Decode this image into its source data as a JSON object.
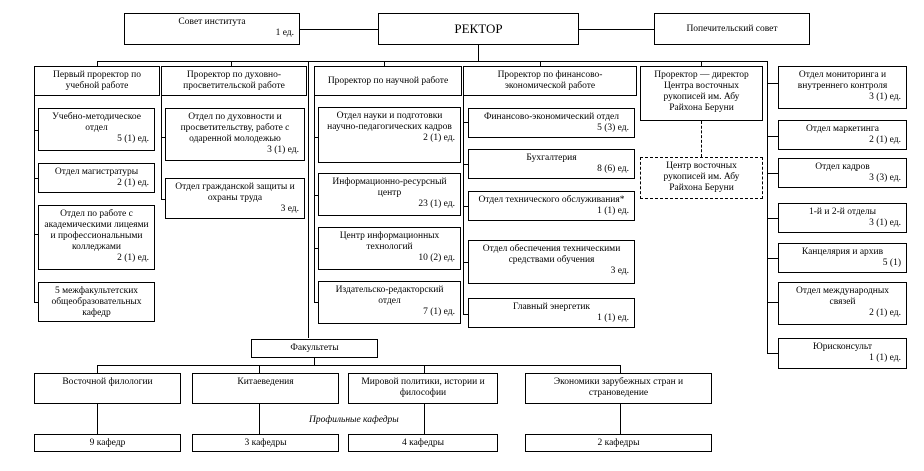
{
  "top": {
    "council": {
      "title": "Совет института",
      "qty": "1 ед."
    },
    "rector": "РЕКТОР",
    "trustees": "Попечительский совет"
  },
  "vp": {
    "first": {
      "title": "Первый проректор по учебной работе",
      "items": [
        {
          "t": "Учебно-методическое отдел",
          "q": "5 (1) ед."
        },
        {
          "t": "Отдел магистратуры",
          "q": "2 (1) ед."
        },
        {
          "t": "Отдел по работе с академическими лицеями и профессиональными колледжами",
          "q": "2 (1) ед."
        },
        {
          "t": "5 межфакультетских общеобразовательных кафедр",
          "q": ""
        }
      ]
    },
    "spiritual": {
      "title": "Проректор по духовно-просветительской работе",
      "items": [
        {
          "t": "Отдел по духовности и просветительству, работе с одаренной молодежью",
          "q": "3 (1) ед."
        },
        {
          "t": "Отдел гражданской защиты и охраны труда",
          "q": "3 ед."
        }
      ]
    },
    "science": {
      "title": "Проректор по научной работе",
      "items": [
        {
          "t": "Отдел науки и подготовки научно-педагогических кадров",
          "q": "2 (1) ед."
        },
        {
          "t": "Информационно-ресурсный центр",
          "q": "23 (1) ед."
        },
        {
          "t": "Центр информационных технологий",
          "q": "10 (2) ед."
        },
        {
          "t": "Издательско-редакторский отдел",
          "q": "7 (1) ед."
        }
      ]
    },
    "finance": {
      "title": "Проректор по финансово-экономической работе",
      "items": [
        {
          "t": "Финансово-экономический отдел",
          "q": "5 (3) ед."
        },
        {
          "t": "Бухгалтерия",
          "q": "8 (6) ед."
        },
        {
          "t": "Отдел технического обслуживания*",
          "q": "1 (1) ед."
        },
        {
          "t": "Отдел обеспечения техническими средствами обучения",
          "q": "3 ед."
        },
        {
          "t": "Главный энергетик",
          "q": "1 (1) ед."
        }
      ]
    },
    "manuscripts": {
      "title": "Проректор — директор Центра восточных рукописей им. Абу Райхона Беруни",
      "center": "Центр восточных рукописей им. Абу Райхона Беруни"
    }
  },
  "right": [
    {
      "t": "Отдел мониторинга и внутреннего контроля",
      "q": "3 (1) ед."
    },
    {
      "t": "Отдел маркетинга",
      "q": "2 (1) ед."
    },
    {
      "t": "Отдел кадров",
      "q": "3 (3) ед."
    },
    {
      "t": "1-й и 2-й отделы",
      "q": "3 (1) ед."
    },
    {
      "t": "Канцелярия и архив",
      "q": "5 (1)"
    },
    {
      "t": "Отдел международных связей",
      "q": "2 (1) ед."
    },
    {
      "t": "Юрисконсульт",
      "q": "1 (1) ед."
    }
  ],
  "faculties": {
    "title": "Факультеты",
    "label": "Профильные кафедры",
    "items": [
      {
        "name": "Восточной филологии",
        "dept": "9 кафедр"
      },
      {
        "name": "Китаеведения",
        "dept": "3 кафедры"
      },
      {
        "name": "Мировой политики, истории и философии",
        "dept": "4 кафедры"
      },
      {
        "name": "Экономики зарубежных стран и страноведение",
        "dept": "2 кафедры"
      }
    ]
  }
}
